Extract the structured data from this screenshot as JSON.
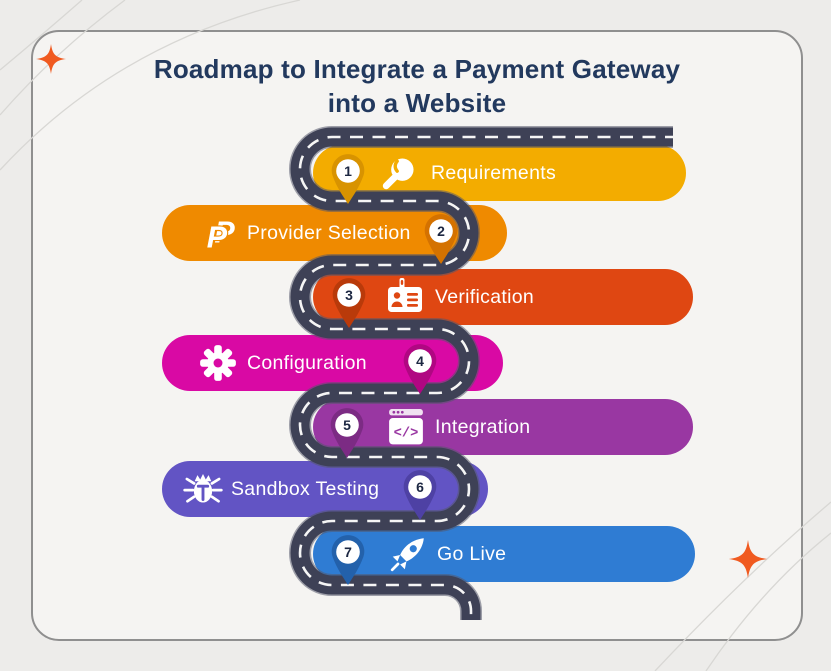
{
  "title": {
    "line1": "Roadmap to Integrate a Payment Gateway",
    "line2": "into a Website"
  },
  "steps": [
    {
      "number": "1",
      "label": "Requirements",
      "icon": "magnifier-icon",
      "color": "#F3AC00",
      "pin_color": "#D89300"
    },
    {
      "number": "2",
      "label": "Provider Selection",
      "icon": "paypal-icon",
      "color": "#EF8A00",
      "pin_color": "#D47200"
    },
    {
      "number": "3",
      "label": "Verification",
      "icon": "id-card-icon",
      "color": "#DF4712",
      "pin_color": "#B93A0A"
    },
    {
      "number": "4",
      "label": "Configuration",
      "icon": "gear-icon",
      "color": "#D909A4",
      "pin_color": "#B00782"
    },
    {
      "number": "5",
      "label": "Integration",
      "icon": "code-window-icon",
      "color": "#9937A2",
      "pin_color": "#7C2B84"
    },
    {
      "number": "6",
      "label": "Sandbox Testing",
      "icon": "bug-icon",
      "color": "#6254C4",
      "pin_color": "#4E41A4"
    },
    {
      "number": "7",
      "label": "Go Live",
      "icon": "rocket-icon",
      "color": "#2F7CD3",
      "pin_color": "#2361AB"
    }
  ],
  "icon_glyphs": {
    "code": "</>",
    "paypal_p": "P"
  },
  "colors": {
    "page_bg": "#EDECEA",
    "card_bg": "#F5F4F2",
    "card_border": "#8F8F8F",
    "title_text": "#22395E",
    "road_asphalt": "#3E4156",
    "road_edge": "#54576B",
    "road_dash": "#F5F5F5",
    "pin_number": "#1C2742",
    "sparkle": "#F05A20",
    "decor_line": "#D8D7D4"
  }
}
